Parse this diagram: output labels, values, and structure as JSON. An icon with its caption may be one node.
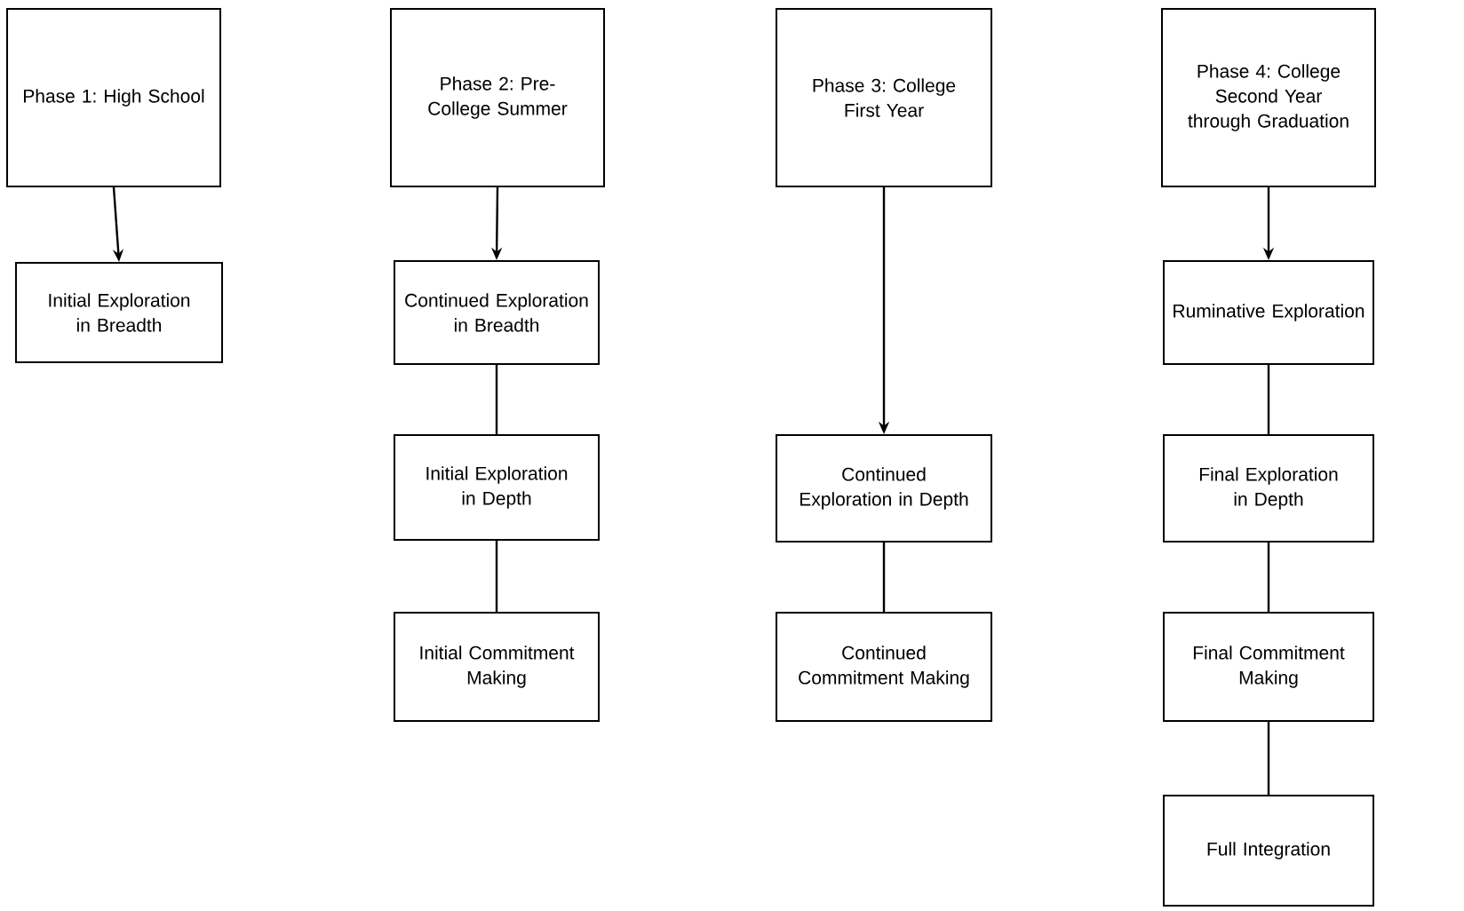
{
  "diagram": {
    "nodes": [
      {
        "text": [
          "Phase 1: High School"
        ]
      },
      {
        "text": [
          "Initial Exploration in Breadth"
        ]
      },
      {
        "text": [
          "Phase 2: Pre-College Summer"
        ]
      },
      {
        "text": [
          "Continued Exploration in Breadth"
        ]
      },
      {
        "text": [
          "Initial Exploration in Depth"
        ]
      },
      {
        "text": [
          "Initial Commitment Making"
        ]
      },
      {
        "text": [
          "Phase 3: College First Year"
        ]
      },
      {
        "text": [
          "Continued Exploration in Depth"
        ]
      },
      {
        "text": [
          "Continued Commitment Making"
        ]
      },
      {
        "text": [
          "Phase 4: College Second Year through Graduation"
        ]
      },
      {
        "text": [
          "Ruminative Exploration"
        ]
      },
      {
        "text": [
          "Final Exploration in Depth"
        ]
      },
      {
        "text": [
          "Final Commitment Making"
        ]
      },
      {
        "text": [
          "Full Integration"
        ]
      }
    ],
    "edges": [
      {
        "from": 0,
        "to": 1,
        "arrow": "to"
      },
      {
        "from": 2,
        "to": 3,
        "arrow": "to"
      },
      {
        "from": 3,
        "to": 4,
        "arrow": "none"
      },
      {
        "from": 4,
        "to": 5,
        "arrow": "none"
      },
      {
        "from": 6,
        "to": 7,
        "arrow": "to"
      },
      {
        "from": 7,
        "to": 8,
        "arrow": "none"
      },
      {
        "from": 9,
        "to": 10,
        "arrow": "to"
      },
      {
        "from": 10,
        "to": 11,
        "arrow": "none"
      },
      {
        "from": 11,
        "to": 12,
        "arrow": "none"
      },
      {
        "from": 12,
        "to": 13,
        "arrow": "none"
      }
    ]
  }
}
